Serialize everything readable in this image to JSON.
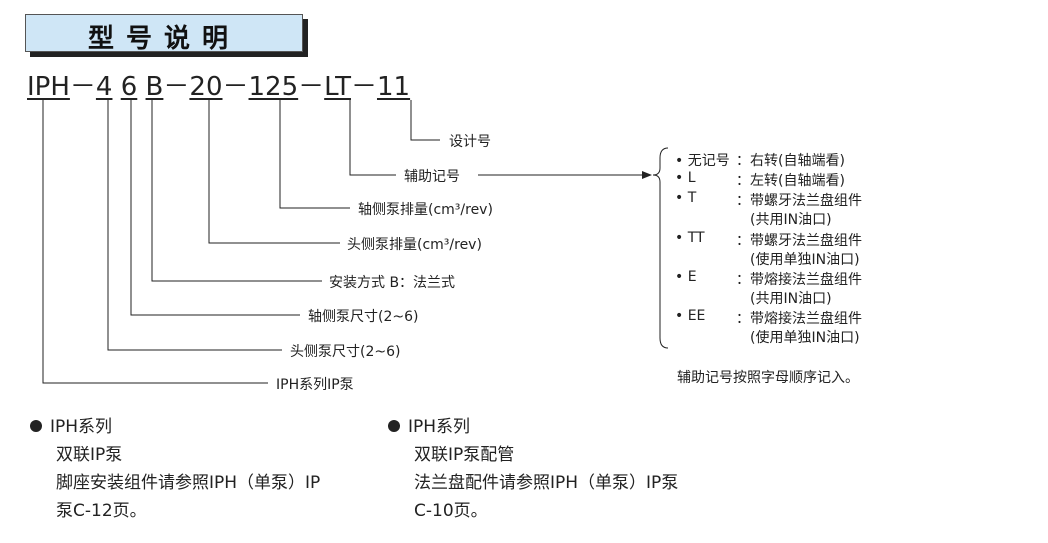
{
  "title": "型号说明",
  "model": {
    "p1": "IPH",
    "d1": "－",
    "p2": "4",
    "p3": "6",
    "p4": "B",
    "d2": "－",
    "p5": "20",
    "d3": "－",
    "p6": "125",
    "d4": "－",
    "p7": "LT",
    "d5": "－",
    "p8": "11"
  },
  "labels": {
    "design": "设计号",
    "aux": "辅助记号",
    "rear_disp": "轴侧泵排量(cm³/rev)",
    "front_disp": "头侧泵排量(cm³/rev)",
    "mount": "安装方式 B：法兰式",
    "rear_size": "轴侧泵尺寸(2~6)",
    "front_size": "头侧泵尺寸(2~6)",
    "series": "IPH系列IP泵"
  },
  "options": [
    {
      "code": "• 无记号",
      "desc": "：右转(自轴端看)"
    },
    {
      "code": "• L",
      "desc": "：左转(自轴端看)"
    },
    {
      "code": "• T",
      "desc": "：带螺牙法兰盘组件"
    },
    {
      "code": "",
      "desc": "(共用IN油口)"
    },
    {
      "code": "• TT",
      "desc": "：带螺牙法兰盘组件"
    },
    {
      "code": "",
      "desc": "(使用单独IN油口)"
    },
    {
      "code": "• E",
      "desc": "：带熔接法兰盘组件"
    },
    {
      "code": "",
      "desc": "(共用IN油口)"
    },
    {
      "code": "• EE",
      "desc": "：带熔接法兰盘组件"
    },
    {
      "code": "",
      "desc": "(使用单独IN油口)"
    }
  ],
  "aux_note": "辅助记号按照字母顺序记入。",
  "bottom_left": {
    "heading": "IPH系列",
    "line1": "双联IP泵",
    "line2": "脚座安装组件请参照IPH（单泵）IP",
    "line3": "泵C-12页。"
  },
  "bottom_right": {
    "heading": "IPH系列",
    "line1": "双联IP泵配管",
    "line2": "法兰盘配件请参照IPH（单泵）IP泵",
    "line3": "C-10页。"
  }
}
